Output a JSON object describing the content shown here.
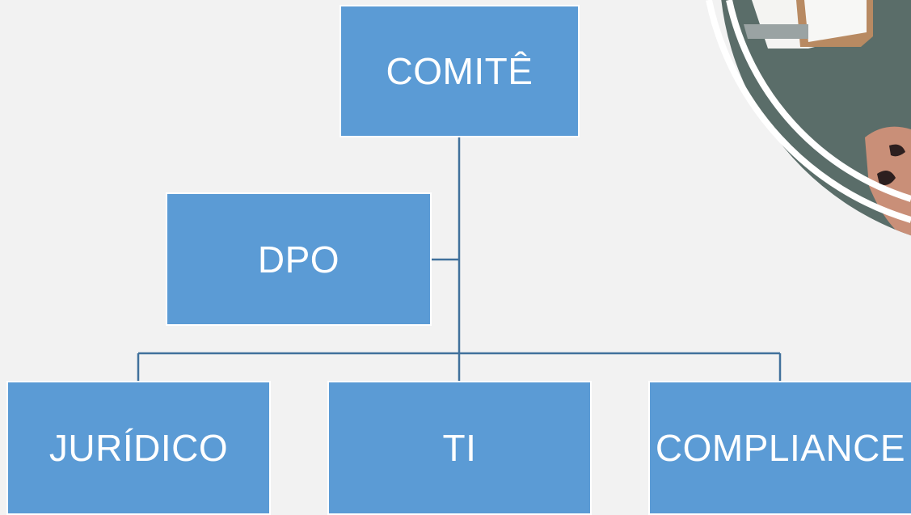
{
  "diagram": {
    "box_color": "#5b9bd5",
    "line_color": "#41719c",
    "background_color": "#f2f2f2",
    "nodes": {
      "comite": "COMITÊ",
      "dpo": "DPO",
      "juridico": "JURÍDICO",
      "ti": "TI",
      "compliance": "COMPLIANCE"
    },
    "edges": [
      [
        "COMITÊ",
        "DPO"
      ],
      [
        "COMITÊ",
        "JURÍDICO"
      ],
      [
        "COMITÊ",
        "TI"
      ],
      [
        "COMITÊ",
        "COMPLIANCE"
      ]
    ]
  }
}
